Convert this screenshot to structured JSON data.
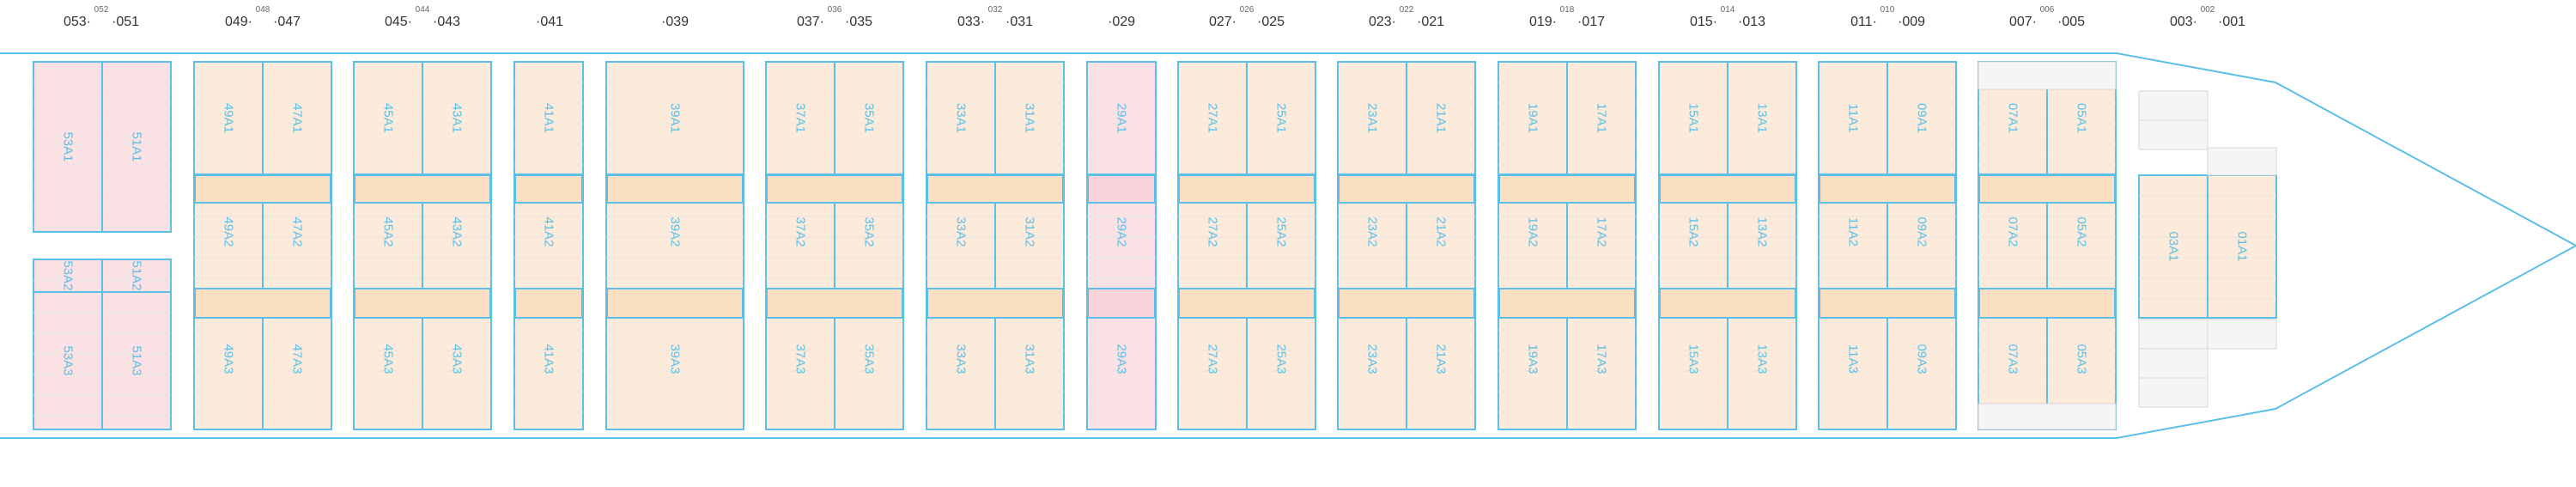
{
  "colors": {
    "hull_line": "#5bbfe8",
    "pink_fill": "#f9e1e4",
    "pink_band": "#f8d4da",
    "peach_fill": "#fcebda",
    "peach_band": "#fbdfc2",
    "grey_fill": "#f5f5f5",
    "grid_line": "#e3e3e3",
    "label_text": "#5bbfe8",
    "bay_text": "#333333"
  },
  "bay_numbers": [
    {
      "left": "053",
      "mid": "052",
      "right": "051"
    },
    {
      "left": "049",
      "mid": "048",
      "right": "047"
    },
    {
      "left": "045",
      "mid": "044",
      "right": "043"
    },
    {
      "left": "",
      "mid": "",
      "right": "041"
    },
    {
      "left": "",
      "mid": "",
      "right": "039"
    },
    {
      "left": "037",
      "mid": "036",
      "right": "035"
    },
    {
      "left": "033",
      "mid": "032",
      "right": "031"
    },
    {
      "left": "",
      "mid": "",
      "right": "029"
    },
    {
      "left": "027",
      "mid": "026",
      "right": "025"
    },
    {
      "left": "023",
      "mid": "022",
      "right": "021"
    },
    {
      "left": "019",
      "mid": "018",
      "right": "017"
    },
    {
      "left": "015",
      "mid": "014",
      "right": "013"
    },
    {
      "left": "011",
      "mid": "010",
      "right": "009"
    },
    {
      "left": "007",
      "mid": "006",
      "right": "005"
    },
    {
      "left": "003",
      "mid": "002",
      "right": "001"
    }
  ],
  "blocks": [
    {
      "tone": "pink",
      "labels": [
        "53A1",
        "51A1"
      ]
    },
    {
      "tone": "pink",
      "labels": [
        "53A2",
        "51A2"
      ]
    },
    {
      "tone": "pink",
      "labels": [
        "53A3",
        "51A3"
      ]
    },
    {
      "tone": "peach",
      "labels": [
        "49A1",
        "47A1"
      ]
    },
    {
      "tone": "peach",
      "labels": [
        "49A2",
        "47A2"
      ]
    },
    {
      "tone": "peach",
      "labels": [
        "49A3",
        "47A3"
      ]
    },
    {
      "tone": "peach",
      "labels": [
        "45A1",
        "43A1"
      ]
    },
    {
      "tone": "peach",
      "labels": [
        "45A2",
        "43A2"
      ]
    },
    {
      "tone": "peach",
      "labels": [
        "45A3",
        "43A3"
      ]
    },
    {
      "tone": "peach",
      "labels": [
        "41A1"
      ]
    },
    {
      "tone": "peach",
      "labels": [
        "41A2"
      ]
    },
    {
      "tone": "peach",
      "labels": [
        "41A3"
      ]
    },
    {
      "tone": "peach",
      "labels": [
        "39A1"
      ]
    },
    {
      "tone": "peach",
      "labels": [
        "39A2"
      ]
    },
    {
      "tone": "peach",
      "labels": [
        "39A3"
      ]
    },
    {
      "tone": "peach",
      "labels": [
        "37A1",
        "35A1"
      ]
    },
    {
      "tone": "peach",
      "labels": [
        "37A2",
        "35A2"
      ]
    },
    {
      "tone": "peach",
      "labels": [
        "37A3",
        "35A3"
      ]
    },
    {
      "tone": "peach",
      "labels": [
        "33A1",
        "31A1"
      ]
    },
    {
      "tone": "peach",
      "labels": [
        "33A2",
        "31A2"
      ]
    },
    {
      "tone": "peach",
      "labels": [
        "33A3",
        "31A3"
      ]
    },
    {
      "tone": "pink",
      "labels": [
        "29A1"
      ]
    },
    {
      "tone": "pink",
      "labels": [
        "29A2"
      ]
    },
    {
      "tone": "pink",
      "labels": [
        "29A3"
      ]
    },
    {
      "tone": "peach",
      "labels": [
        "27A1",
        "25A1"
      ]
    },
    {
      "tone": "peach",
      "labels": [
        "27A2",
        "25A2"
      ]
    },
    {
      "tone": "peach",
      "labels": [
        "27A3",
        "25A3"
      ]
    },
    {
      "tone": "peach",
      "labels": [
        "23A1",
        "21A1"
      ]
    },
    {
      "tone": "peach",
      "labels": [
        "23A2",
        "21A2"
      ]
    },
    {
      "tone": "peach",
      "labels": [
        "23A3",
        "21A3"
      ]
    },
    {
      "tone": "peach",
      "labels": [
        "19A1",
        "17A1"
      ]
    },
    {
      "tone": "peach",
      "labels": [
        "19A2",
        "17A2"
      ]
    },
    {
      "tone": "peach",
      "labels": [
        "19A3",
        "17A3"
      ]
    },
    {
      "tone": "peach",
      "labels": [
        "15A1",
        "13A1"
      ]
    },
    {
      "tone": "peach",
      "labels": [
        "15A2",
        "13A2"
      ]
    },
    {
      "tone": "peach",
      "labels": [
        "15A3",
        "13A3"
      ]
    },
    {
      "tone": "peach",
      "labels": [
        "11A1",
        "09A1"
      ]
    },
    {
      "tone": "peach",
      "labels": [
        "11A2",
        "09A2"
      ]
    },
    {
      "tone": "peach",
      "labels": [
        "11A3",
        "09A3"
      ]
    },
    {
      "tone": "peach",
      "labels": [
        "07A1",
        "05A1"
      ]
    },
    {
      "tone": "peach",
      "labels": [
        "07A2",
        "05A2"
      ]
    },
    {
      "tone": "peach",
      "labels": [
        "07A3",
        "05A3"
      ]
    },
    {
      "tone": "peach",
      "labels": [
        "03A1",
        "01A1"
      ]
    }
  ]
}
